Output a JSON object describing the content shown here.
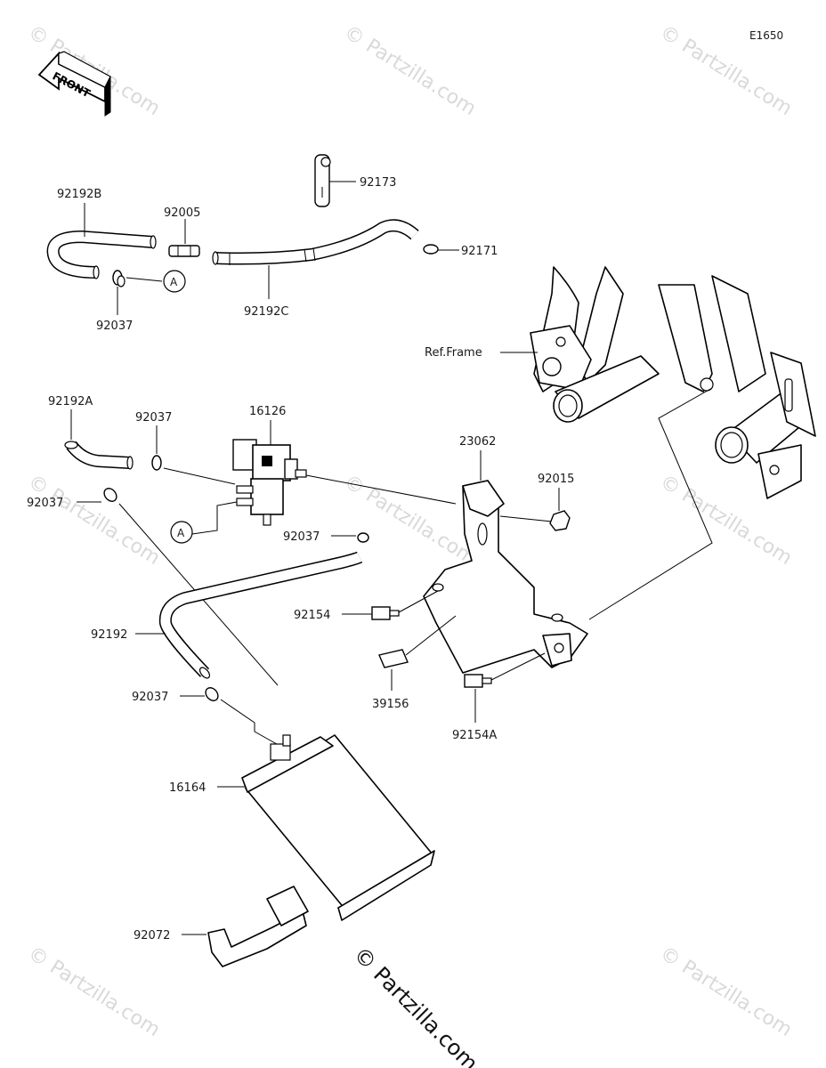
{
  "diagram_code": "E1650",
  "front_arrow_text": "FRONT",
  "ref_frame_label": "Ref.Frame",
  "callout_a": "A",
  "watermark_text": "© Partzilla.com",
  "part_labels": {
    "p92192B": "92192B",
    "p92005": "92005",
    "p92173": "92173",
    "p92171": "92171",
    "p92037_top": "92037",
    "p92192C": "92192C",
    "p92192A": "92192A",
    "p92037_mid": "92037",
    "p16126": "16126",
    "p92037_left": "92037",
    "p23062": "23062",
    "p92015": "92015",
    "p92037_right": "92037",
    "p92154": "92154",
    "p92192": "92192",
    "p39156": "39156",
    "p92154A": "92154A",
    "p92037_low": "92037",
    "p16164": "16164",
    "p92072": "92072"
  }
}
